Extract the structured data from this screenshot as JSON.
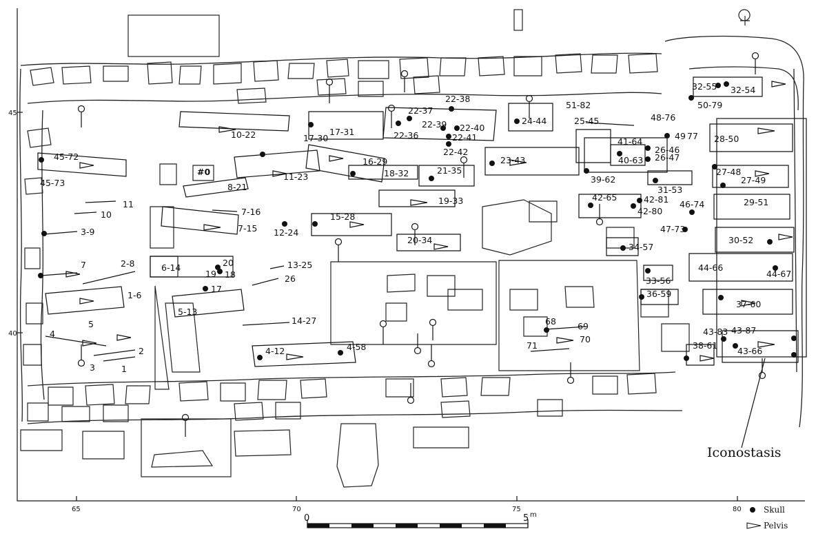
{
  "grid": {
    "x_ticks": [
      "65",
      "70",
      "75",
      "80"
    ],
    "y_ticks": [
      "45",
      "40"
    ]
  },
  "scale": {
    "start": "0",
    "end": "5",
    "unit": "m"
  },
  "annotation": {
    "iconostasis": "Iconostasis"
  },
  "legend": {
    "skull": "Skull",
    "pelvis": "Pelvis"
  },
  "wall_mark": "#0",
  "burials": [
    "45-72",
    "45-73",
    "10-22",
    "17-31",
    "17-30",
    "16-29",
    "18-32",
    "22-37",
    "22-38",
    "22-39",
    "22-40",
    "22-36",
    "22-41",
    "22-42",
    "24-44",
    "51-82",
    "25-45",
    "21-35",
    "23-43",
    "11-23",
    "8-21",
    "11",
    "10",
    "7-16",
    "7-15",
    "12-24",
    "3-9",
    "15-28",
    "19-33",
    "20-34",
    "7",
    "2-8",
    "6-14",
    "20",
    "19",
    "18",
    "13-25",
    "26",
    "17",
    "1-6",
    "5-13",
    "14-27",
    "4",
    "5",
    "2",
    "3",
    "1",
    "4-12",
    "4-58",
    "68",
    "69",
    "70",
    "71",
    "48-76",
    "49",
    "77",
    "28-50",
    "41-64",
    "26-46",
    "40-63",
    "26-47",
    "39-62",
    "31-53",
    "42-65",
    "42-81",
    "42-80",
    "46-74",
    "29-51",
    "47-73",
    "34-57",
    "30-52",
    "44-66",
    "44-67",
    "33-56",
    "36-59",
    "37-60",
    "43-83",
    "43-87",
    "38-61",
    "43-66",
    "32-55",
    "32-54",
    "50-79",
    "27-48",
    "27-49"
  ]
}
